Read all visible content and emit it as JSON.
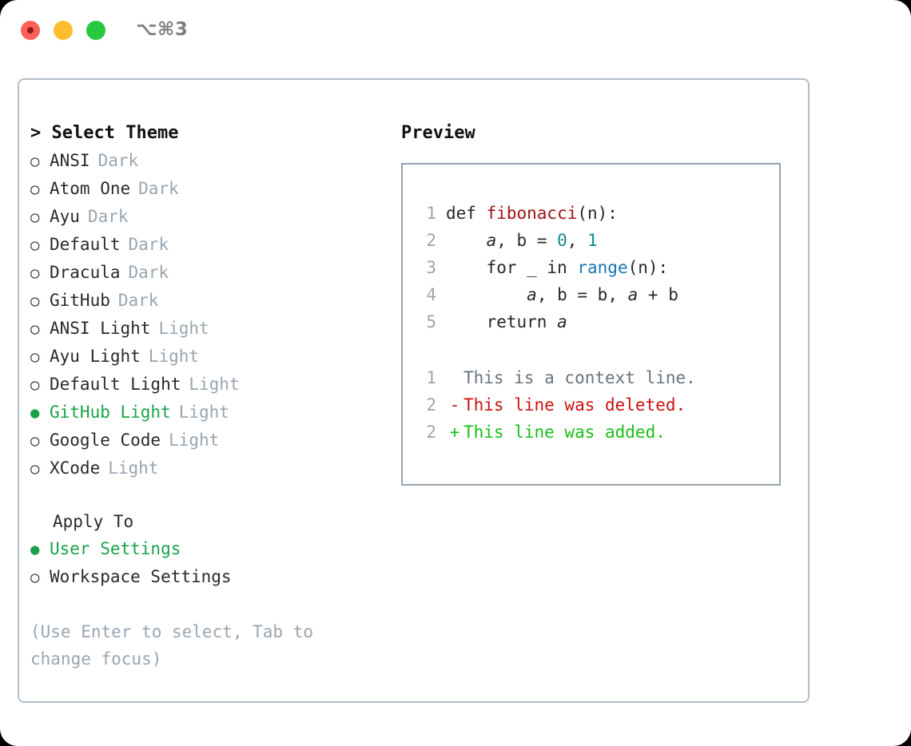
{
  "window": {
    "shortcut": "⌥⌘3",
    "traffic_lights": [
      {
        "name": "close",
        "color": "#ff6159"
      },
      {
        "name": "minimize",
        "color": "#ffbd2e"
      },
      {
        "name": "maximize",
        "color": "#28c840"
      }
    ]
  },
  "theme_picker": {
    "header_prefix": "> ",
    "header": "Select Theme",
    "bullet_selected": "●",
    "bullet_unselected": "○",
    "items": [
      {
        "name": "ANSI",
        "tag": "Dark",
        "selected": false
      },
      {
        "name": "Atom One",
        "tag": "Dark",
        "selected": false
      },
      {
        "name": "Ayu",
        "tag": "Dark",
        "selected": false
      },
      {
        "name": "Default",
        "tag": "Dark",
        "selected": false
      },
      {
        "name": "Dracula",
        "tag": "Dark",
        "selected": false
      },
      {
        "name": "GitHub",
        "tag": "Dark",
        "selected": false
      },
      {
        "name": "ANSI Light",
        "tag": "Light",
        "selected": false
      },
      {
        "name": "Ayu Light",
        "tag": "Light",
        "selected": false
      },
      {
        "name": "Default Light",
        "tag": "Light",
        "selected": false
      },
      {
        "name": "GitHub Light",
        "tag": "Light",
        "selected": true
      },
      {
        "name": "Google Code",
        "tag": "Light",
        "selected": false
      },
      {
        "name": "XCode",
        "tag": "Light",
        "selected": false
      }
    ]
  },
  "apply_to": {
    "title": "Apply To",
    "options": [
      {
        "name": "User Settings",
        "selected": true
      },
      {
        "name": "Workspace Settings",
        "selected": false
      }
    ]
  },
  "hint": "(Use Enter to select, Tab to change focus)",
  "preview": {
    "title": "Preview",
    "code_lines": [
      {
        "lineno": "1",
        "marker": " ",
        "tokens": [
          {
            "text": "def ",
            "type": "plain"
          },
          {
            "text": "fibonacci",
            "type": "fn"
          },
          {
            "text": "(n):",
            "type": "plain"
          }
        ]
      },
      {
        "lineno": "2",
        "marker": " ",
        "tokens": [
          {
            "text": "    ",
            "type": "plain"
          },
          {
            "text": "a",
            "type": "var"
          },
          {
            "text": ", ",
            "type": "plain"
          },
          {
            "text": "b",
            "type": "plain"
          },
          {
            "text": " = ",
            "type": "plain"
          },
          {
            "text": "0",
            "type": "num"
          },
          {
            "text": ", ",
            "type": "plain"
          },
          {
            "text": "1",
            "type": "num"
          }
        ]
      },
      {
        "lineno": "3",
        "marker": " ",
        "tokens": [
          {
            "text": "    for _ in ",
            "type": "plain"
          },
          {
            "text": "range",
            "type": "builtin"
          },
          {
            "text": "(n):",
            "type": "plain"
          }
        ]
      },
      {
        "lineno": "4",
        "marker": " ",
        "tokens": [
          {
            "text": "        ",
            "type": "plain"
          },
          {
            "text": "a",
            "type": "var"
          },
          {
            "text": ", b = b, ",
            "type": "plain"
          },
          {
            "text": "a",
            "type": "var"
          },
          {
            "text": " + b",
            "type": "plain"
          }
        ]
      },
      {
        "lineno": "5",
        "marker": " ",
        "tokens": [
          {
            "text": "    return ",
            "type": "plain"
          },
          {
            "text": "a",
            "type": "var"
          }
        ]
      }
    ],
    "diff_lines": [
      {
        "lineno": "1",
        "marker": " ",
        "text": "This is a context line.",
        "kind": "context"
      },
      {
        "lineno": "2",
        "marker": "-",
        "text": "This line was deleted.",
        "kind": "del"
      },
      {
        "lineno": "2",
        "marker": "+",
        "text": "This line was added.",
        "kind": "add"
      }
    ]
  },
  "colors": {
    "accent_green": "#18a34a",
    "muted": "#9aa5b1",
    "border": "#b4bec9",
    "preview_border": "#97a3b0",
    "fn_red": "#a01212",
    "num_teal": "#0f8a8a",
    "builtin_blue": "#1878b4",
    "diff_del": "#cc1111",
    "diff_add": "#18c018"
  }
}
